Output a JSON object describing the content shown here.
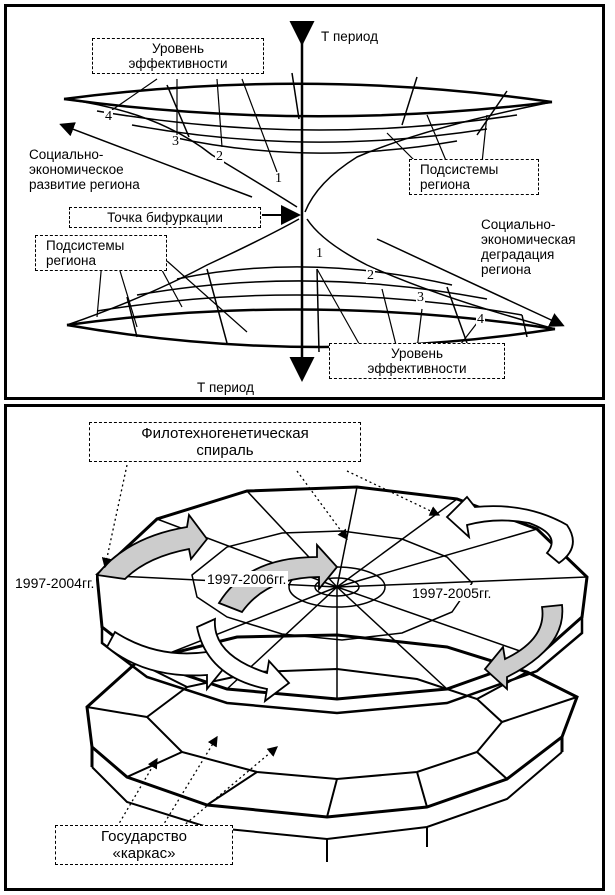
{
  "top_panel": {
    "axis_top": "Т период",
    "axis_bottom": "Т период",
    "efficiency_top": [
      "Уровень",
      "эффективности"
    ],
    "efficiency_bottom": [
      "Уровень",
      "эффективности"
    ],
    "development": [
      "Социально-",
      "экономическое",
      "развитие региона"
    ],
    "degradation": [
      "Социально-",
      "экономическая",
      "деградация",
      "региона"
    ],
    "subsystems_right": [
      "Подсистемы",
      "региона"
    ],
    "subsystems_left": [
      "Подсистемы",
      "региона"
    ],
    "bifurcation": "Точка бифуркации",
    "levels": [
      "1",
      "2",
      "3",
      "4"
    ]
  },
  "bottom_panel": {
    "spiral_title": [
      "Филотехногенетическая",
      "спираль"
    ],
    "years": [
      "1997-2004гг.",
      "1997-2006гг.",
      "1997-2005гг."
    ],
    "state": [
      "Государство",
      "«каркас»"
    ]
  }
}
